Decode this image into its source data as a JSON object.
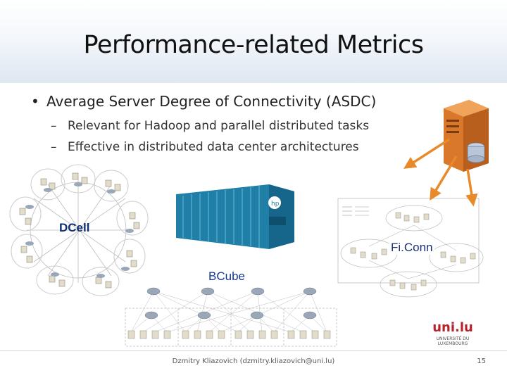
{
  "slide": {
    "title": "Performance-related Metrics",
    "bullet": "Average Server Degree of Connectivity (ASDC)",
    "subbullets": [
      "Relevant for Hadoop and parallel distributed tasks",
      "Effective in distributed data center architectures"
    ],
    "labels": {
      "dcell": "DCell",
      "ficonn": "Fi.Conn",
      "bcube": "BCube"
    },
    "logo": {
      "mark": "uni.lu",
      "line1": "UNIVERSITÉ DU",
      "line2": "LUXEMBOURG"
    },
    "footer": {
      "author": "Dzmitry Kliazovich (dzmitry.kliazovich@uni.lu)",
      "page": "15"
    },
    "colors": {
      "arrow": "#e88a2a",
      "server": "#d9772a",
      "container": "#1f7fa6",
      "accent_text": "#163a8f"
    }
  }
}
